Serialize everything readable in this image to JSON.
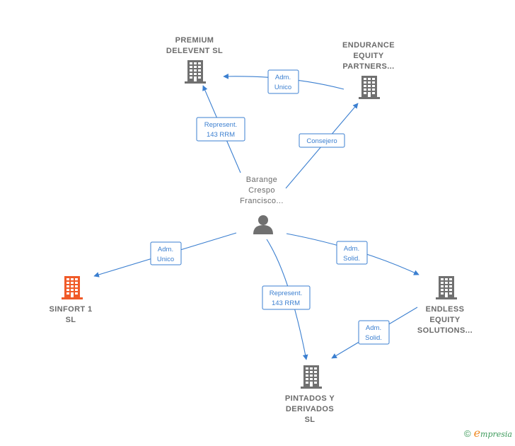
{
  "colors": {
    "edge": "#3b7fd0",
    "company": "#707070",
    "highlight": "#f05a28",
    "person": "#707070"
  },
  "center": {
    "lines": [
      "Barange",
      "Crespo",
      "Francisco..."
    ],
    "icon": "person-icon"
  },
  "nodes": {
    "premium": {
      "lines": [
        "PREMIUM",
        "DELEVENT  SL"
      ],
      "icon": "building-icon"
    },
    "endurance": {
      "lines": [
        "ENDURANCE",
        "EQUITY",
        "PARTNERS..."
      ],
      "icon": "building-icon"
    },
    "sinfort": {
      "lines": [
        "SINFORT 1",
        "SL"
      ],
      "icon": "building-icon",
      "highlight": true
    },
    "endless": {
      "lines": [
        "ENDLESS",
        "EQUITY",
        "SOLUTIONS..."
      ],
      "icon": "building-icon"
    },
    "pintados": {
      "lines": [
        "PINTADOS Y",
        "DERIVADOS",
        "SL"
      ],
      "icon": "building-icon"
    }
  },
  "edges": {
    "center_premium": {
      "label": [
        "Represent.",
        "143 RRM"
      ]
    },
    "endurance_premium": {
      "label": [
        "Adm.",
        "Unico"
      ]
    },
    "center_endurance": {
      "label": [
        "Consejero"
      ]
    },
    "center_sinfort": {
      "label": [
        "Adm.",
        "Unico"
      ]
    },
    "center_endless": {
      "label": [
        "Adm.",
        "Solid."
      ]
    },
    "center_pintados": {
      "label": [
        "Represent.",
        "143 RRM"
      ]
    },
    "endless_pintados": {
      "label": [
        "Adm.",
        "Solid."
      ]
    }
  },
  "footer": {
    "copyright": "©",
    "brand_initial": "e",
    "brand_rest": "mpresia"
  }
}
